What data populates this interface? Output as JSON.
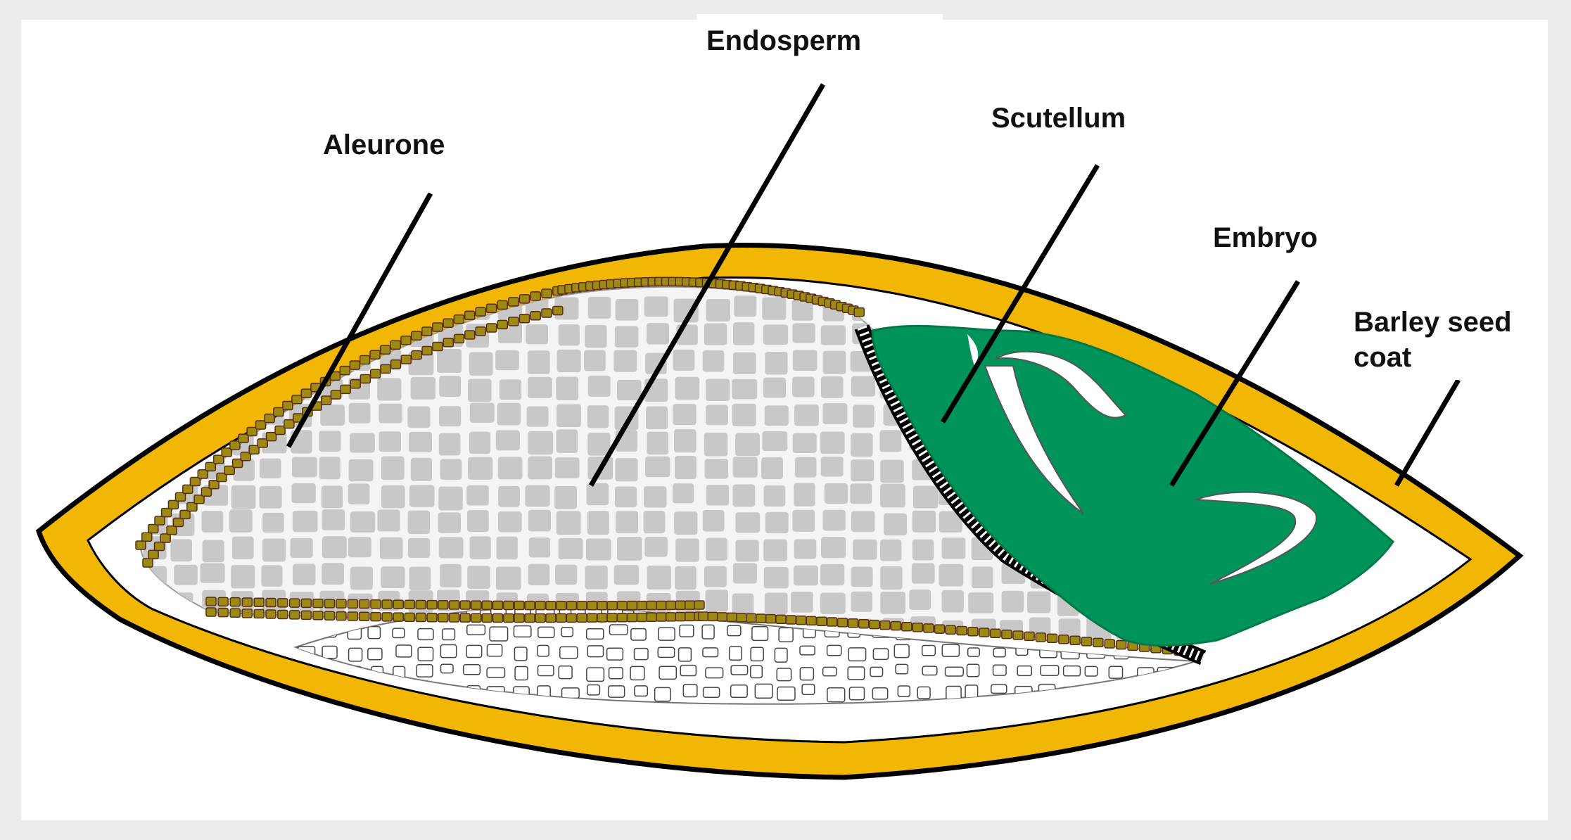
{
  "labels": {
    "endosperm": "Endosperm",
    "aleurone": "Aleurone",
    "scutellum": "Scutellum",
    "embryo": "Embryo",
    "seed_coat_line1": "Barley seed",
    "seed_coat_line2": "coat"
  },
  "colors": {
    "seed_coat": "#f2b705",
    "outline": "#000000",
    "endosperm_cell": "#c8c8c8",
    "aleurone_cell": "#9c8a12",
    "embryo": "#00935a",
    "background": "#ffffff"
  }
}
